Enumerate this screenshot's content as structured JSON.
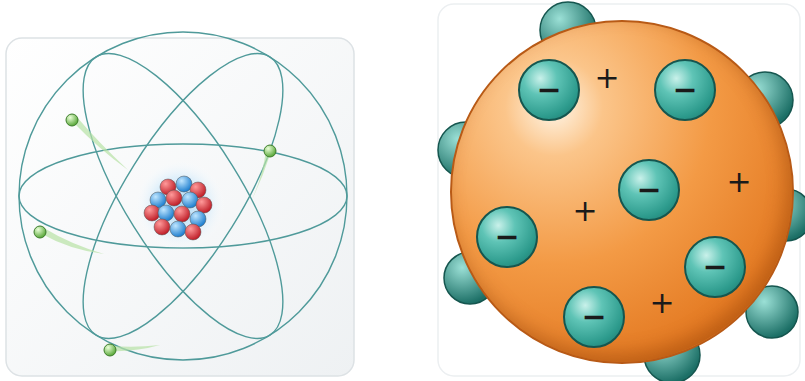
{
  "diagram": {
    "nodes": [
      {
        "text": [
          "+",
          "+",
          "+",
          "+"
        ]
      },
      {
        "text": [
          "−"
        ],
        "in": 0
      },
      {
        "text": [
          "−"
        ],
        "in": 0
      },
      {
        "text": [
          "−"
        ],
        "in": 0
      },
      {
        "text": [
          "−"
        ],
        "in": 0
      },
      {
        "text": [
          "−"
        ],
        "in": 0
      },
      {
        "text": [
          "−"
        ],
        "in": 0
      }
    ]
  }
}
